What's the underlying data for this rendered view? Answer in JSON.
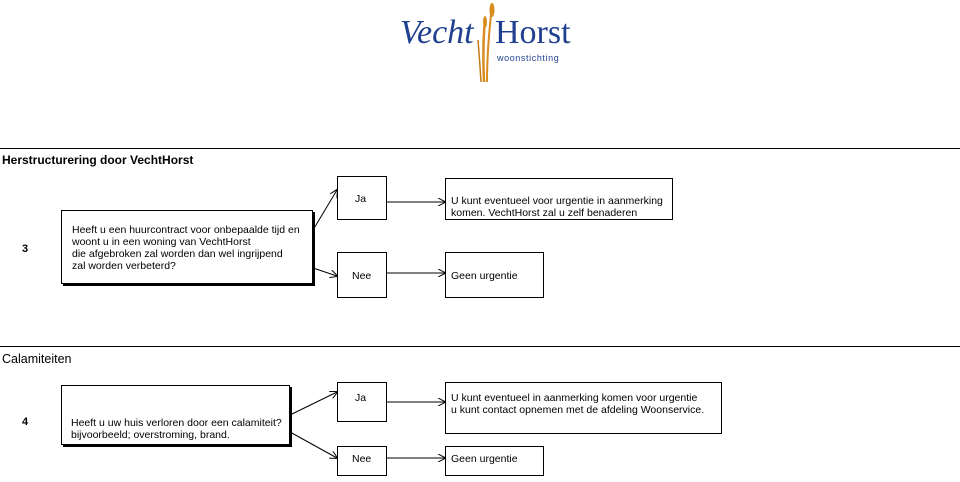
{
  "logo": {
    "brand_left": "Vecht",
    "brand_right": "Horst",
    "tagline": "woonstichting",
    "colors": {
      "brand_blue": "#1f3f8f",
      "reed_orange": "#d98c1f"
    }
  },
  "sections": [
    {
      "title": "Herstructurering door VechtHorst",
      "number": "3",
      "question_lines": [
        "Heeft u een huurcontract voor onbepaalde tijd en",
        "woont u in een woning van VechtHorst",
        "die afgebroken zal worden dan wel ingrijpend",
        "zal worden verbeterd?"
      ],
      "yes_label": "Ja",
      "yes_result_lines": [
        "U kunt eventueel voor urgentie in aanmerking",
        "komen. VechtHorst zal u zelf benaderen"
      ],
      "no_label": "Nee",
      "no_result": "Geen urgentie"
    },
    {
      "title": "Calamiteiten",
      "number": "4",
      "question_lines": [
        "Heeft u uw huis verloren door een calamiteit?",
        "bijvoorbeeld;  overstroming, brand."
      ],
      "yes_label": "Ja",
      "yes_result_lines": [
        "U kunt eventueel in aanmerking komen voor urgentie",
        "u kunt contact opnemen met de afdeling Woonservice."
      ],
      "no_label": "Nee",
      "no_result": "Geen urgentie"
    }
  ]
}
